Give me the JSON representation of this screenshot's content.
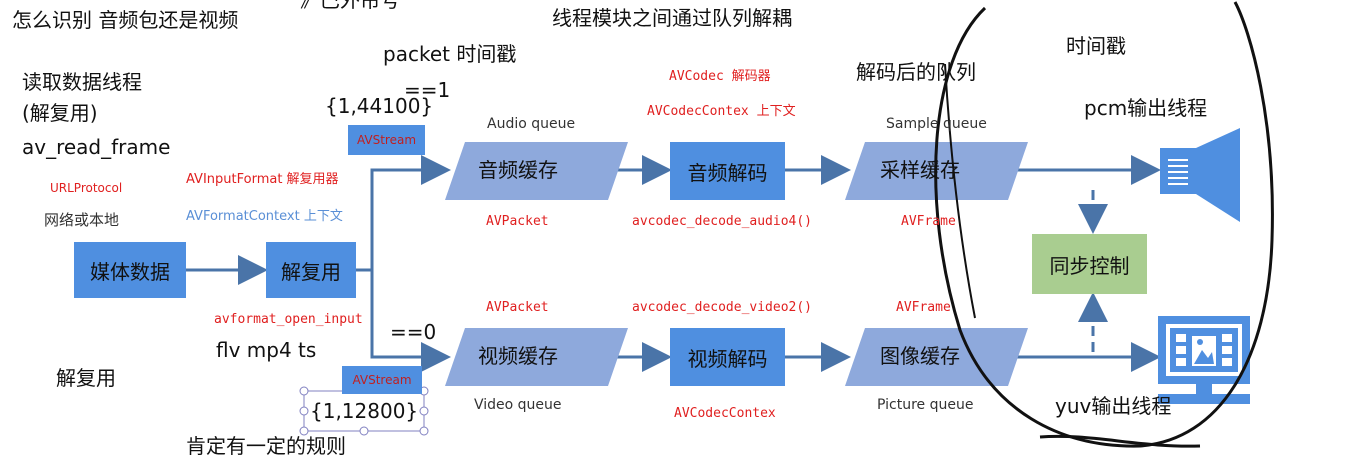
{
  "annotations": {
    "top_cut": "》巴外帘号",
    "question": "怎么识别 音频包还是视频",
    "decouple": "线程模块之间通过队列解耦",
    "packet_ts": "packet 时间戳",
    "eq1": "==1",
    "audio_ts": "{1,44100}",
    "timestamp": "时间戳",
    "decoded_queue": "解码后的队列",
    "pcm_thread": "pcm输出线程",
    "read_thread_1": "读取数据线程",
    "read_thread_2": "(解复用)",
    "read_thread_3": "av_read_frame",
    "eq0": "==0",
    "formats": "flv  mp4 ts",
    "demux_note": "解复用",
    "video_ts": "{1,12800}",
    "rule": "肯定有一定的规则",
    "yuv_thread": "yuv输出线程"
  },
  "diagram": {
    "url_protocol": "URLProtocol",
    "network_local": "网络或本地",
    "input_format": "AVInputFormat 解复用器",
    "format_context": "AVFormatContext 上下文",
    "media_data": "媒体数据",
    "demux": "解复用",
    "open_input": "avformat_open_input",
    "avstream_top": "AVStream",
    "avstream_bottom": "AVStream",
    "audio_queue_label": "Audio queue",
    "audio_cache": "音频缓存",
    "avpacket_audio": "AVPacket",
    "avcodec": "AVCodec 解码器",
    "avcodec_context_top": "AVCodecContex 上下文",
    "audio_decode": "音频解码",
    "decode_audio_fn": "avcodec_decode_audio4()",
    "sample_queue_label": "Sample queue",
    "sample_cache": "采样缓存",
    "avframe_audio": "AVFrame",
    "sync_control": "同步控制",
    "avpacket_video": "AVPacket",
    "decode_video_fn": "avcodec_decode_video2()",
    "avframe_video": "AVFrame",
    "video_cache": "视频缓存",
    "video_decode": "视频解码",
    "picture_cache": "图像缓存",
    "video_queue_label": "Video queue",
    "avcodec_context_bottom": "AVCodecContex",
    "picture_queue_label": "Picture queue"
  },
  "colors": {
    "box_blue": "#4f8fe0",
    "queue_blue": "#8ea9dc",
    "sync_green": "#a9cd90",
    "arrow": "#4a74a8",
    "red_text": "#e02020"
  },
  "icons": {
    "speaker": "speaker-icon",
    "monitor": "monitor-icon"
  }
}
